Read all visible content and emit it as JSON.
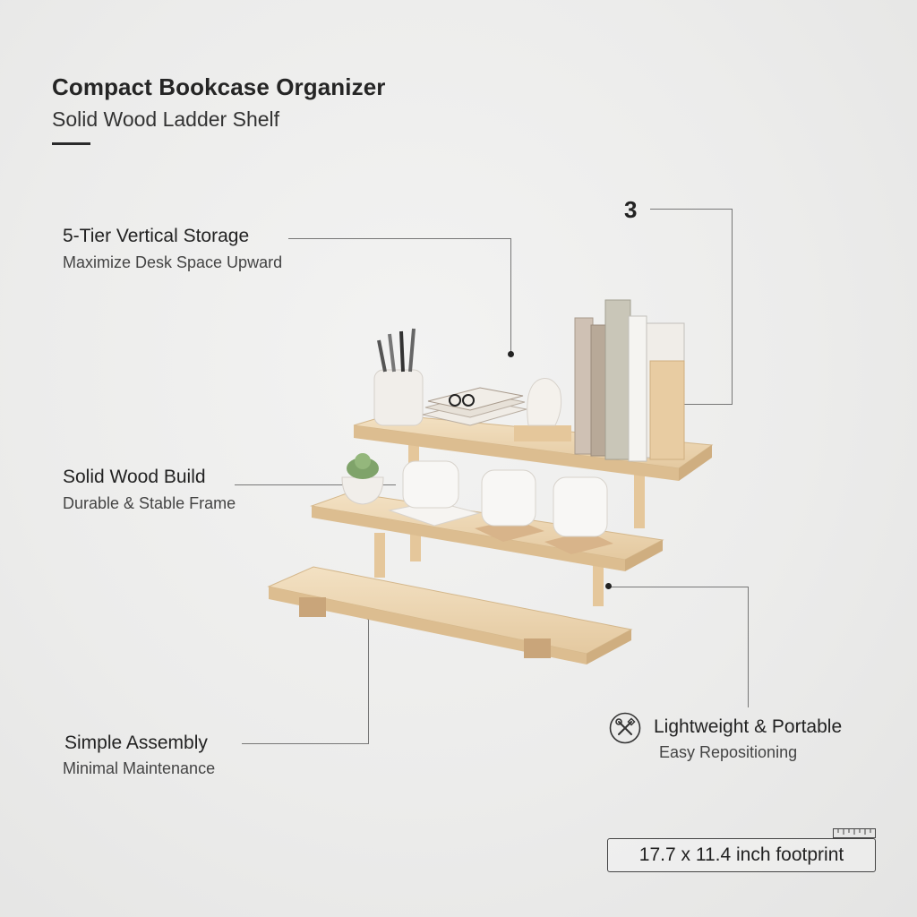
{
  "header": {
    "title": "Compact Bookcase Organizer",
    "subtitle": "Solid Wood Ladder Shelf"
  },
  "callouts": {
    "storage": {
      "title": "5-Tier Vertical Storage",
      "subtitle": "Maximize Desk Space Upward"
    },
    "wood": {
      "title": "Solid Wood Build",
      "subtitle": "Durable & Stable Frame"
    },
    "assembly": {
      "title": "Simple Assembly",
      "subtitle": "Minimal Maintenance"
    },
    "portable": {
      "title": "Lightweight & Portable",
      "subtitle": "Easy Repositioning"
    },
    "number": "3"
  },
  "footprint": {
    "label": "17.7 x 11.4 inch footprint"
  },
  "icons": {
    "portable": "tools-icon",
    "ruler": "ruler-icon"
  },
  "colors": {
    "wood": "#efd9b6",
    "wood_dark": "#d9bd92",
    "background": "#ececeb",
    "text": "#222222"
  }
}
